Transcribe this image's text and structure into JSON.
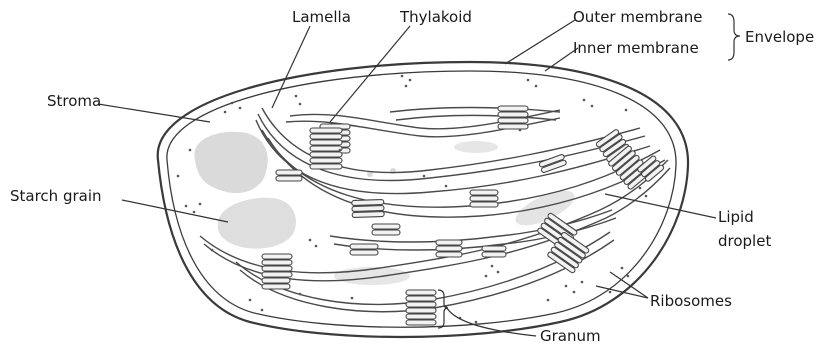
{
  "diagram": {
    "labels": {
      "lamella": "Lamella",
      "thylakoid": "Thylakoid",
      "outer_membrane": "Outer membrane",
      "inner_membrane": "Inner membrane",
      "envelope": "Envelope",
      "stroma": "Stroma",
      "starch_grain": "Starch grain",
      "lipid_droplet_1": "Lipid",
      "lipid_droplet_2": "droplet",
      "ribosomes": "Ribosomes",
      "granum": "Granum"
    }
  }
}
